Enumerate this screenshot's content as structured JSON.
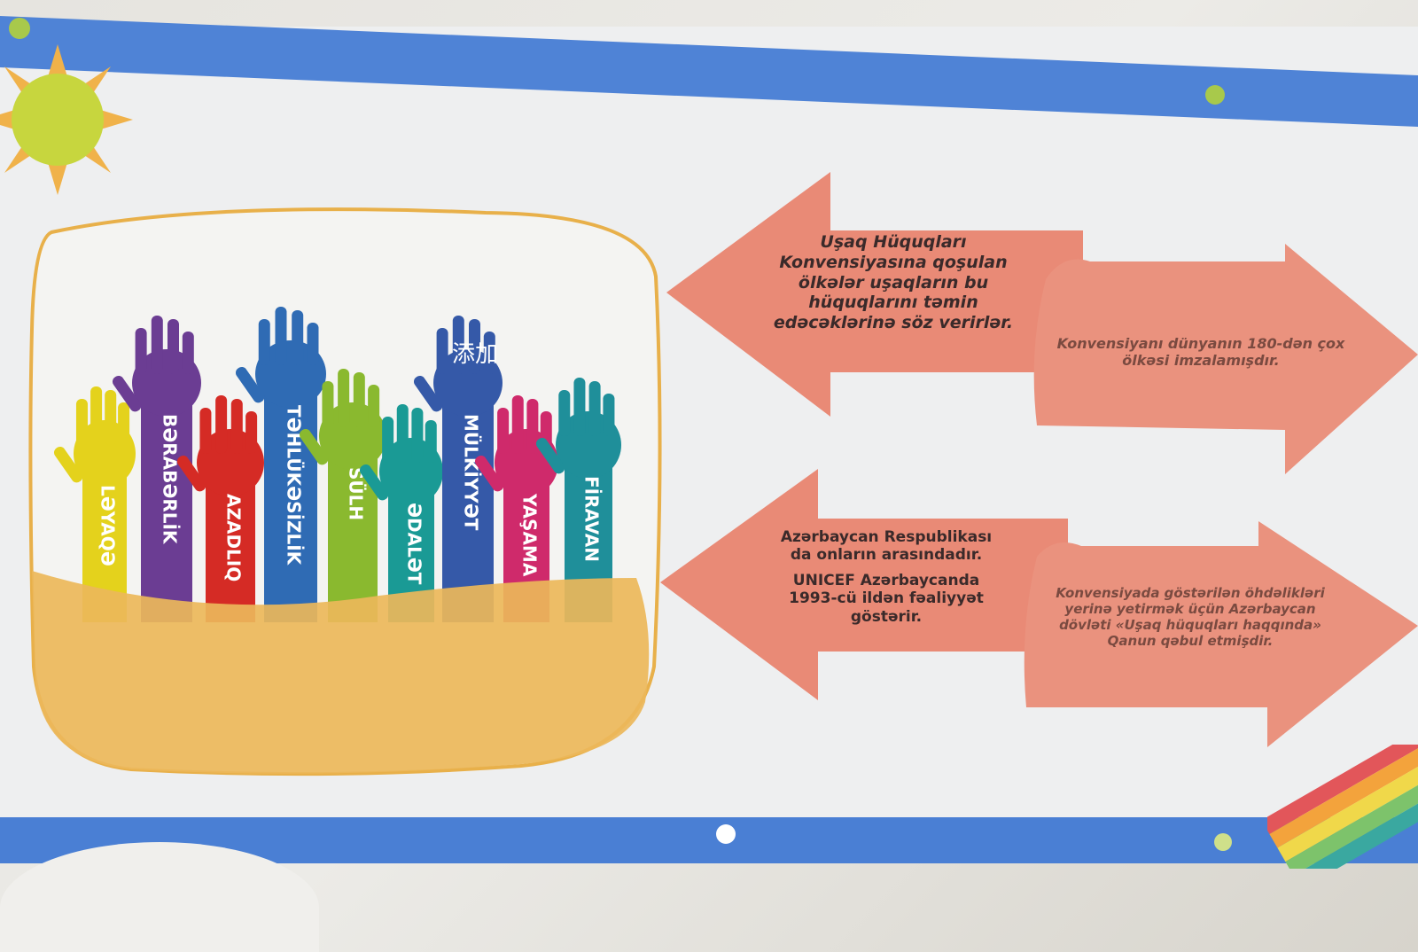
{
  "hands": [
    {
      "label": "LƏYAQƏ",
      "color": "#e4d21c"
    },
    {
      "label": "BƏRABƏRLİK",
      "color": "#6b3d93"
    },
    {
      "label": "AZADLIQ",
      "color": "#d52b25"
    },
    {
      "label": "TƏHLÜKƏSİZLİK",
      "color": "#2f6bb4"
    },
    {
      "label": "SÜLH",
      "color": "#8ab92f"
    },
    {
      "label": "ƏDALƏT",
      "color": "#1a9a95"
    },
    {
      "label": "MÜLKİYYƏT",
      "color": "#3559a8"
    },
    {
      "label": "YAŞAMA",
      "color": "#cf2a6b"
    },
    {
      "label": "FİRAVAN",
      "color": "#1f8f9a"
    }
  ],
  "overlay_text": "添加",
  "arrows": [
    {
      "text": "Uşaq Hüquqları Konvensiyasına qoşulan ölkələr uşaqların bu hüquqlarını təmin edəcəklərinə söz verirlər.",
      "direction": "left"
    },
    {
      "text": "Konvensiyanı dünyanın 180-dən çox ölkəsi imzalamışdır.",
      "direction": "right"
    },
    {
      "text_lines": [
        "Azərbaycan Respublikası",
        "da onların arasındadır.",
        "UNICEF Azərbaycanda",
        "1993-cü ildən fəaliyyət",
        "göstərir."
      ],
      "direction": "left"
    },
    {
      "text": "Konvensiyada göstərilən öhdəlikləri yerinə yetirmək üçün Azərbaycan dövləti «Uşaq hüquqları haqqında» Qanun qəbul etmişdir.",
      "direction": "right"
    }
  ],
  "colors": {
    "arrow": "#e98a76",
    "frame_outline": "#e8b04a",
    "base_fill": "#ecb75a",
    "bar": "#4f83d6",
    "sun": "#c7d63e"
  }
}
